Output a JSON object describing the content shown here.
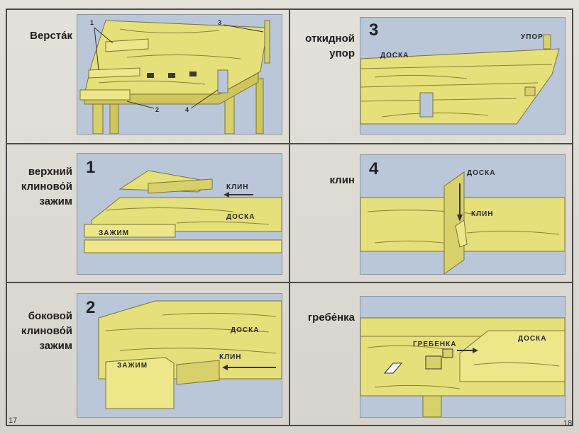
{
  "page_left": "17",
  "page_right": "18",
  "sections": {
    "workbench": {
      "title": "Верста́к",
      "callouts": [
        "1",
        "2",
        "3",
        "4"
      ]
    },
    "fold_stop": {
      "title": "откидной\nупор",
      "number": "3",
      "board": "ДОСКА",
      "stop": "УПОР"
    },
    "top_clamp": {
      "title": "верхний\nклиново́й\nзажим",
      "number": "1",
      "wedge": "КЛИН",
      "board": "ДОСКА",
      "clamp": "ЗАЖИМ"
    },
    "wedge": {
      "title": "клин",
      "number": "4",
      "board": "ДОСКА",
      "wedge": "КЛИН"
    },
    "side_clamp": {
      "title": "боковой\nклиново́й\nзажим",
      "number": "2",
      "board": "ДОСКА",
      "wedge": "КЛИН",
      "clamp": "ЗАЖИМ"
    },
    "comb": {
      "title": "гребе́нка",
      "board": "ДОСКА",
      "comb": "ГРЕБЕНКА"
    }
  },
  "colors": {
    "wood": "#e6e07a",
    "wood_dark": "#c9c24f",
    "panel": "#b9c7d8",
    "grain": "#8a7f3a"
  }
}
